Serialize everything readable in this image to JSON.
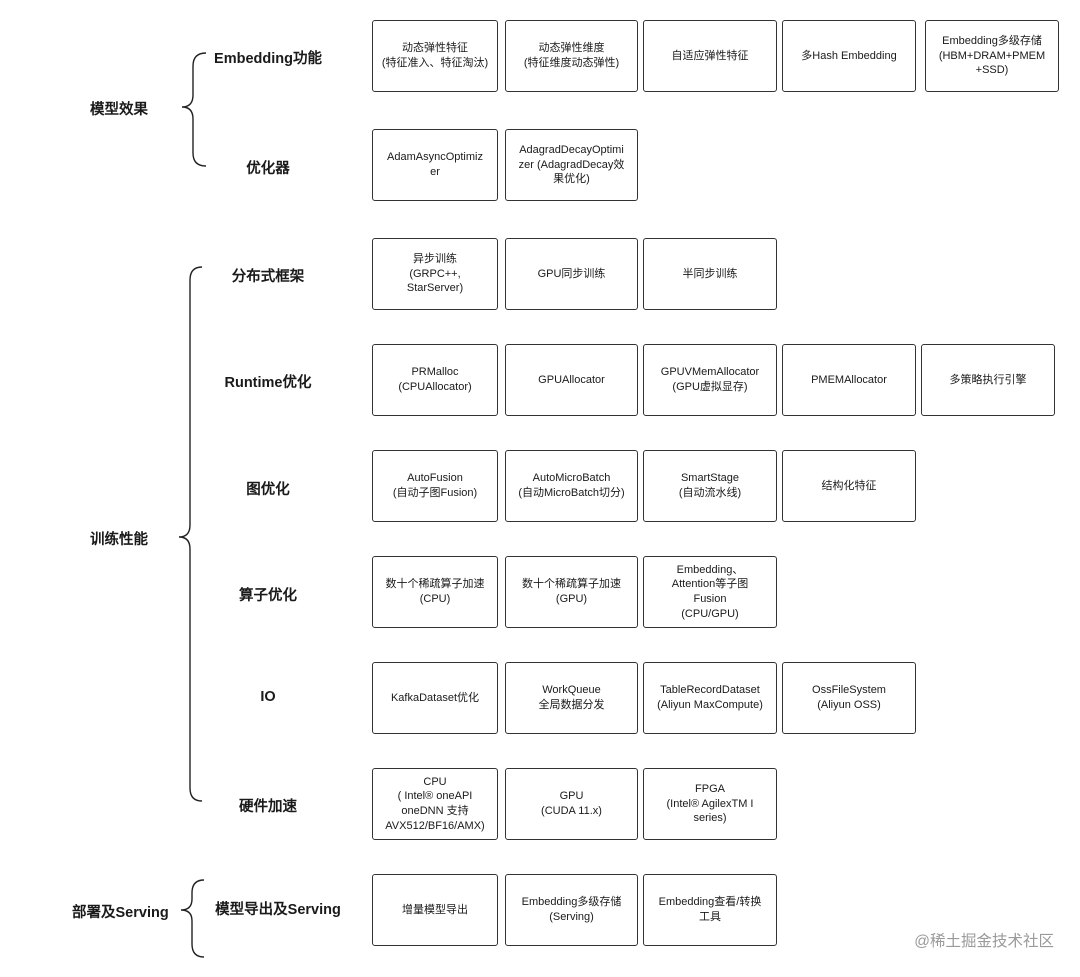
{
  "groups": [
    {
      "label": "模型效果",
      "rows": [
        {
          "label": "Embedding功能",
          "boxes": [
            "动态弹性特征\n(特征准入、特征淘汰)",
            "动态弹性维度\n(特征维度动态弹性)",
            "自适应弹性特征",
            "多Hash Embedding",
            "Embedding多级存储\n(HBM+DRAM+PMEM\n+SSD)"
          ]
        },
        {
          "label": "优化器",
          "boxes": [
            "AdamAsyncOptimiz\ner",
            "AdagradDecayOptimi\nzer (AdagradDecay效\n果优化)"
          ]
        }
      ]
    },
    {
      "label": "训练性能",
      "rows": [
        {
          "label": "分布式框架",
          "boxes": [
            "异步训练\n(GRPC++,\nStarServer)",
            "GPU同步训练",
            "半同步训练"
          ]
        },
        {
          "label": "Runtime优化",
          "boxes": [
            "PRMalloc\n(CPUAllocator)",
            "GPUAllocator",
            "GPUVMemAllocator\n(GPU虚拟显存)",
            "PMEMAllocator",
            "多策略执行引擎"
          ]
        },
        {
          "label": "图优化",
          "boxes": [
            "AutoFusion\n(自动子图Fusion)",
            "AutoMicroBatch\n(自动MicroBatch切分)",
            "SmartStage\n(自动流水线)",
            "结构化特征"
          ]
        },
        {
          "label": "算子优化",
          "boxes": [
            "数十个稀疏算子加速\n(CPU)",
            "数十个稀疏算子加速\n(GPU)",
            "Embedding、\nAttention等子图\nFusion\n(CPU/GPU)"
          ]
        },
        {
          "label": "IO",
          "boxes": [
            "KafkaDataset优化",
            "WorkQueue\n全局数据分发",
            "TableRecordDataset\n(Aliyun MaxCompute)",
            "OssFileSystem\n(Aliyun OSS)"
          ]
        },
        {
          "label": "硬件加速",
          "boxes": [
            "CPU\n( Intel® oneAPI\noneDNN 支持\nAVX512/BF16/AMX)",
            "GPU\n(CUDA 11.x)",
            "FPGA\n(Intel® AgilexTM I\nseries)"
          ]
        }
      ]
    },
    {
      "label": "部署及Serving",
      "rows": [
        {
          "label": "模型导出及Serving",
          "boxes": [
            "增量模型导出",
            "Embedding多级存储\n(Serving)",
            "Embedding查看/转换\n工具"
          ]
        }
      ]
    }
  ],
  "watermark": "@稀土掘金技术社区"
}
